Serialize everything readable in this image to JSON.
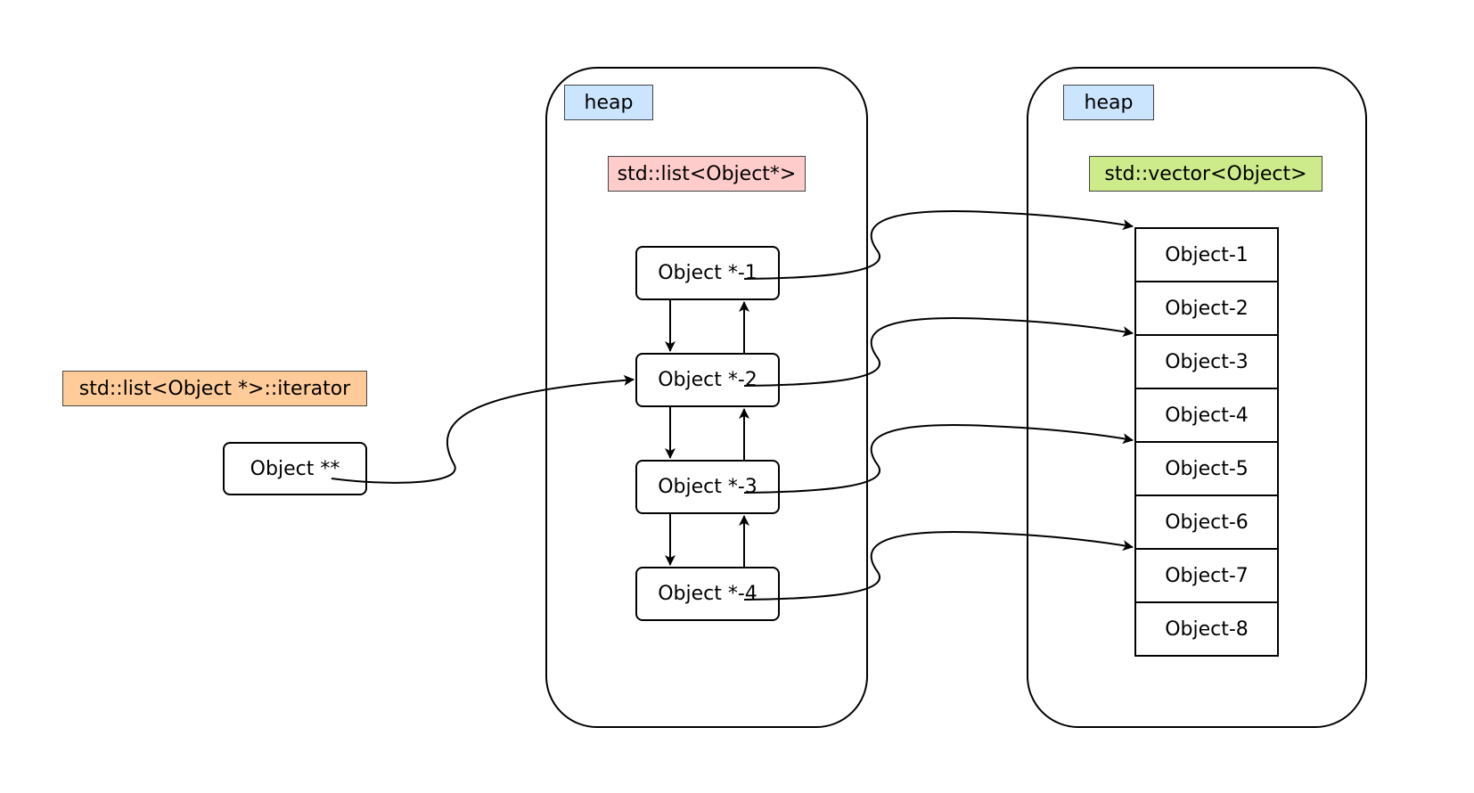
{
  "iterator": {
    "type_label": "std::list<Object *>::iterator",
    "node_label": "Object **"
  },
  "list_heap": {
    "heap_label": "heap",
    "type_label": "std::list<Object*>",
    "nodes": [
      "Object *-1",
      "Object *-2",
      "Object *-3",
      "Object *-4"
    ]
  },
  "vector_heap": {
    "heap_label": "heap",
    "type_label": "std::vector<Object>",
    "cells": [
      "Object-1",
      "Object-2",
      "Object-3",
      "Object-4",
      "Object-5",
      "Object-6",
      "Object-7",
      "Object-8"
    ]
  },
  "colors": {
    "heap_tag": "#cce5ff",
    "list_tag": "#ffcccc",
    "vector_tag": "#cdeb8b",
    "iterator_tag": "#ffcc99"
  }
}
